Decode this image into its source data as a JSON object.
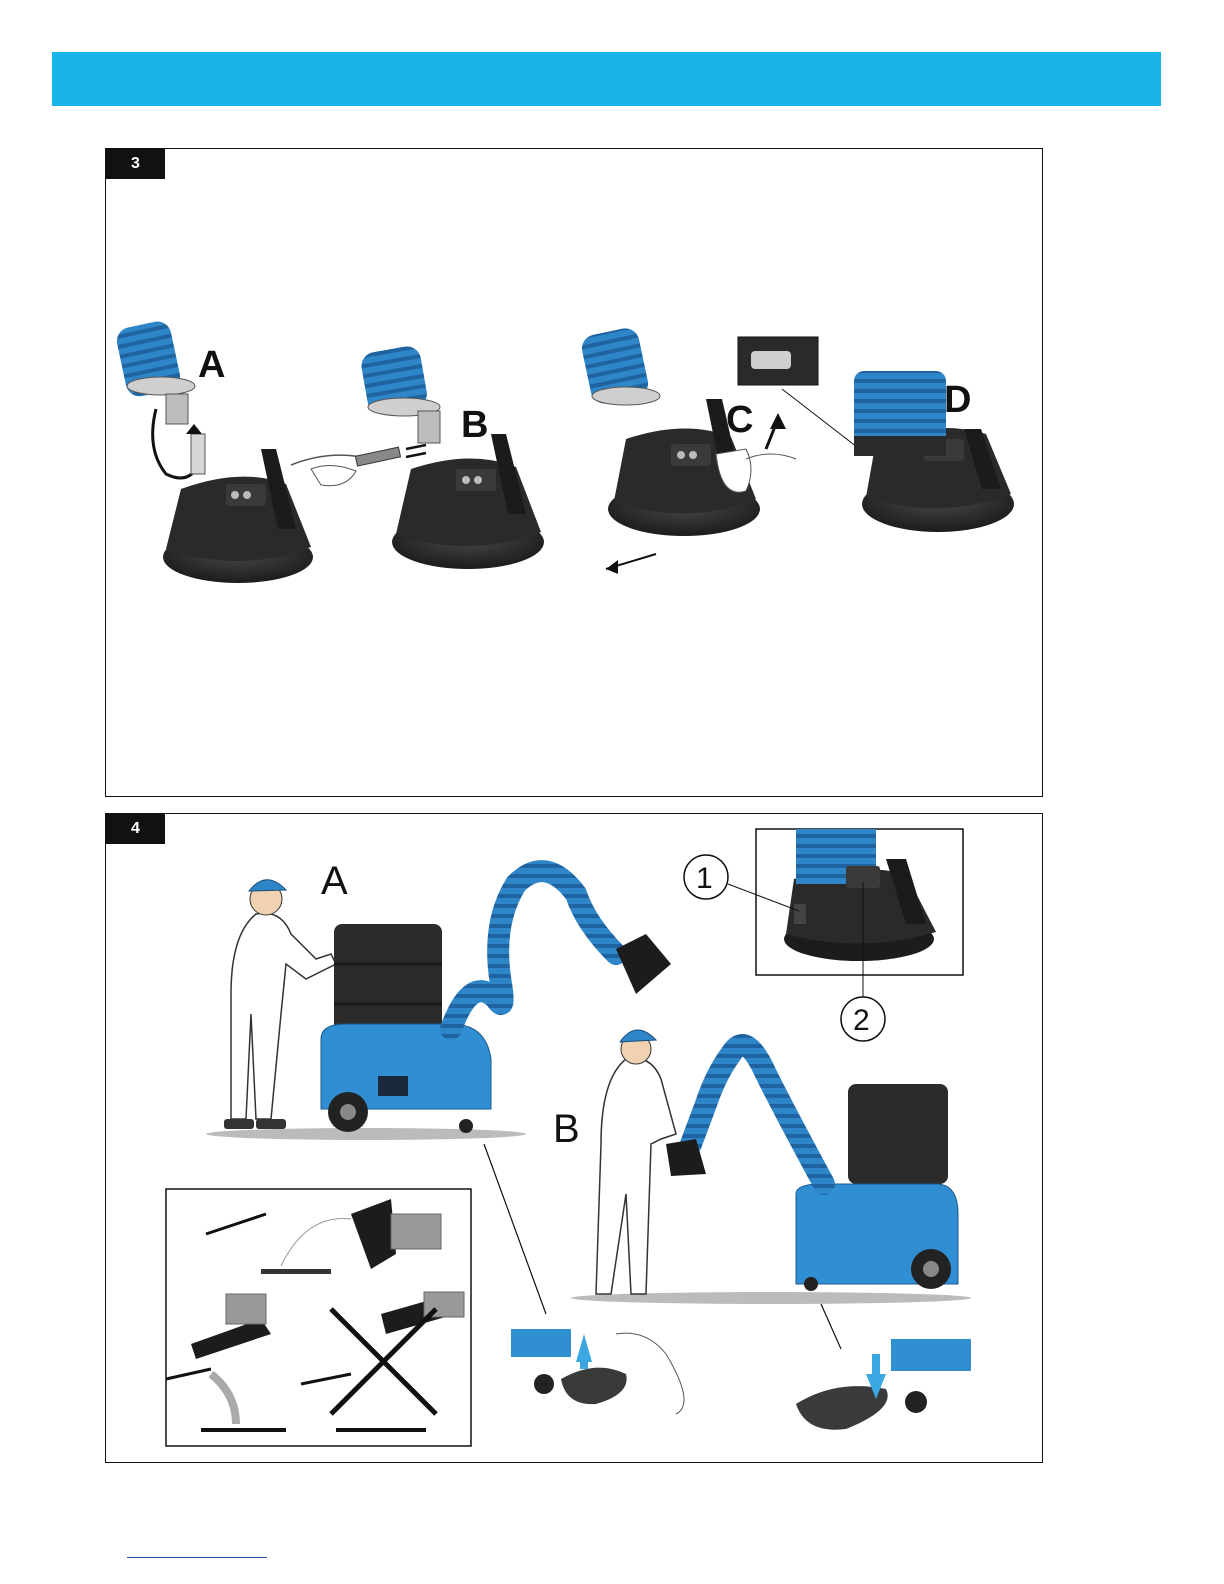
{
  "header": {
    "band_color": "#1ab4ea"
  },
  "figure3": {
    "number": "3",
    "steps": [
      {
        "label": "A"
      },
      {
        "label": "B"
      },
      {
        "label": "C"
      },
      {
        "label": "D"
      }
    ]
  },
  "figure4": {
    "number": "4",
    "labels": {
      "a": "A",
      "b": "B"
    },
    "callouts": {
      "one": "1",
      "two": "2"
    }
  },
  "colors": {
    "hose_blue": "#2e86c8",
    "body_dark": "#2b2b2b",
    "cart_blue": "#2f8fd2",
    "arrow_blue": "#3aa7e0"
  }
}
